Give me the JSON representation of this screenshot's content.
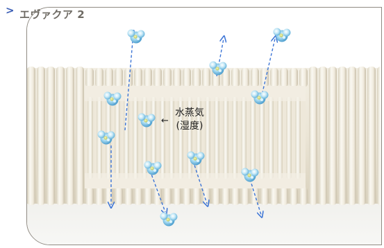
{
  "nav": {
    "chevron": ">"
  },
  "panel": {
    "title": "エヴァクア 2"
  },
  "diagram": {
    "arrow_glyph": "←",
    "label_line1": "水蒸気",
    "label_line2": "(湿度)"
  },
  "colors": {
    "arrow": "#3b74d6",
    "molecule_core": "#7ec8e8",
    "molecule_highlight": "#e8f9ff",
    "molecule_yellow": "#d8dc6a",
    "tube": "#ece7d8",
    "tube_dark": "#cfc7b2",
    "border": "#8f8a82"
  },
  "icons": {
    "molecule": "water-molecule-icon"
  }
}
